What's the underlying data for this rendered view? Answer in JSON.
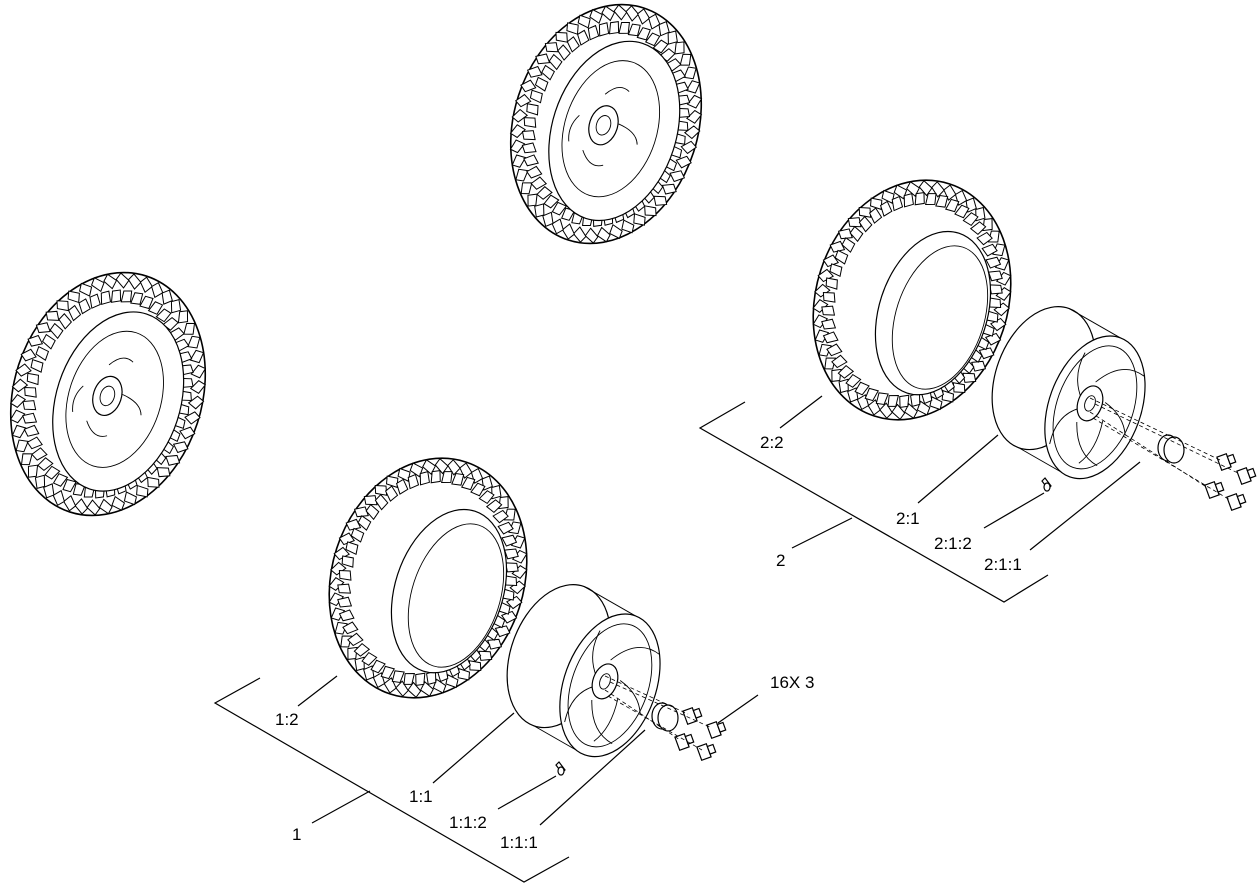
{
  "callouts": {
    "asm1": "1",
    "rim1": "1:1",
    "cap1": "1:1:1",
    "valve1": "1:1:2",
    "tire1": "1:2",
    "asm2": "2",
    "rim2": "2:1",
    "cap2": "2:1:1",
    "valve2": "2:1:2",
    "tire2": "2:2",
    "lugnut_qty": "16X 3"
  }
}
